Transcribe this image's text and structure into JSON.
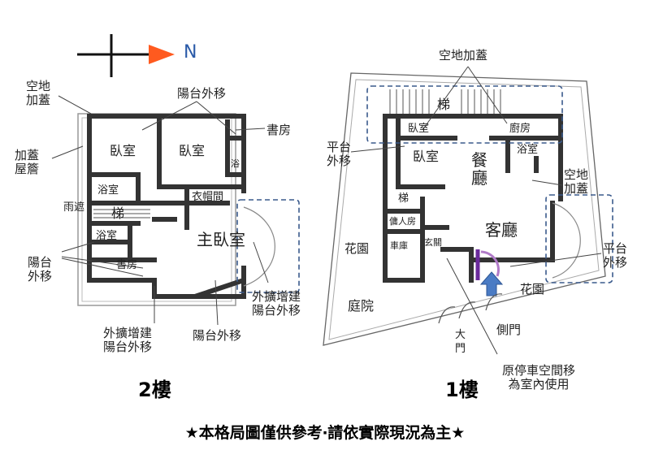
{
  "compass": {
    "north_label": "N"
  },
  "floor2": {
    "title": "2樓",
    "rooms": {
      "bedroom_a": "臥室",
      "bedroom_b": "臥室",
      "bathroom_a": "浴室",
      "bathroom_b": "浴室",
      "stairs": "梯",
      "closet": "衣帽間",
      "master_bedroom": "主臥室",
      "study": "書房",
      "small_bath": "浴"
    },
    "notes": {
      "vacant_addition": "空地\n加蓋",
      "roof_eave": "加蓋\n屋簷",
      "rain_shelter": "雨遮",
      "balcony_out_top": "陽台外移",
      "study_side": "書房",
      "balcony_out_left": "陽台\n外移",
      "extension_balcony": "外擴增建\n陽台外移",
      "balcony_out_bottom": "陽台外移",
      "extension_balcony_right": "外擴增建\n陽台外移"
    }
  },
  "floor1": {
    "title": "1樓",
    "rooms": {
      "stairs": "梯",
      "bedroom_top": "臥室",
      "kitchen": "廚房",
      "bedroom": "臥室",
      "dining": "餐\n廳",
      "bathroom": "浴室",
      "stairs_small": "梯",
      "maid_room": "傭人房",
      "garage": "車庫",
      "entrance": "玄關",
      "living": "客廳"
    },
    "notes": {
      "vacant_addition_top": "空地加蓋",
      "platform_out": "平台\n外移",
      "vacant_addition_right": "空地\n加蓋",
      "platform_out_right": "平台\n外移",
      "garden_left": "花園",
      "garden_right": "花園",
      "yard": "庭院",
      "main_gate": "大\n門",
      "side_gate": "側門",
      "parking_note": "原停車空間移\n為室內使用"
    }
  },
  "disclaimer": "★本格局圖僅供參考‧請依實際現況為主★",
  "colors": {
    "wall": "#333333",
    "dash": "#3a5a8c",
    "arrow": "#ff5a1f",
    "marker": "#4a7bc4"
  }
}
